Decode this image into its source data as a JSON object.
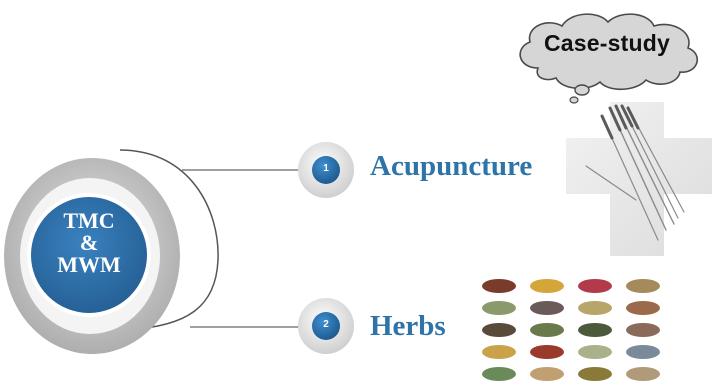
{
  "callout": {
    "label": "Case-study"
  },
  "hub": {
    "line1": "TMC",
    "line2": "&",
    "line3": "MWM"
  },
  "items": [
    {
      "number": "1",
      "label": "Acupuncture"
    },
    {
      "number": "2",
      "label": "Herbs"
    }
  ],
  "colors": {
    "accent_blue": "#2e74a8",
    "hub_blue": "#2f6ea8",
    "ring_gray": "#bdbdbd",
    "cloud_fill": "#d6d6d6"
  }
}
